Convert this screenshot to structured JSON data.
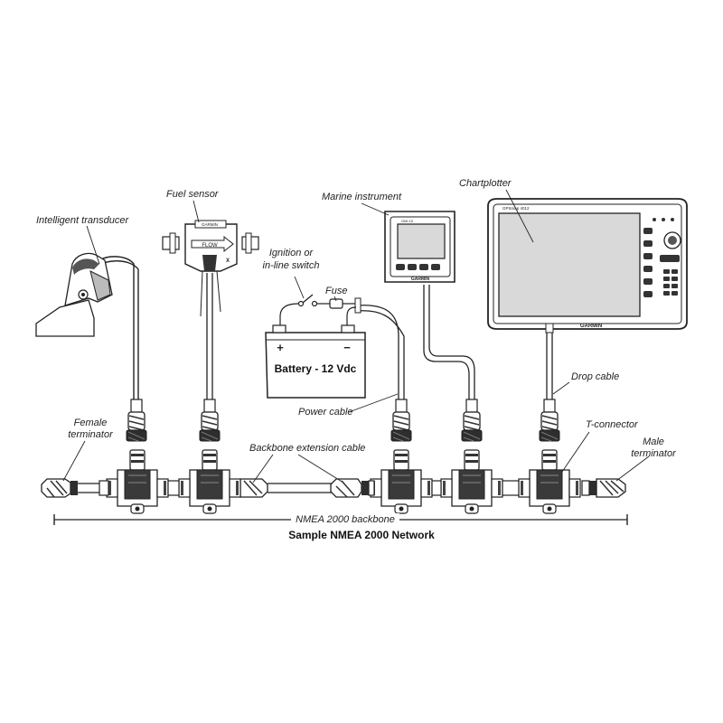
{
  "labels": {
    "intelligent_transducer": "Intelligent transducer",
    "fuel_sensor": "Fuel sensor",
    "ignition_line1": "Ignition or",
    "ignition_line2": "in-line switch",
    "fuse": "Fuse",
    "marine_instrument": "Marine instrument",
    "chartplotter": "Chartplotter",
    "battery": "Battery - 12 Vdc",
    "battery_plus": "+",
    "battery_minus": "−",
    "power_cable": "Power cable",
    "drop_cable": "Drop cable",
    "female_terminator_line1": "Female",
    "female_terminator_line2": "terminator",
    "backbone_extension_cable": "Backbone extension cable",
    "t_connector": "T-connector",
    "male_terminator_line1": "Male",
    "male_terminator_line2": "terminator",
    "nmea_backbone": "NMEA 2000 backbone",
    "garmin_brand": "GARMIN",
    "fuel_sensor_flow": "FLOW",
    "fuel_sensor_brand": "GARMIN",
    "fuel_sensor_mark": "X",
    "instrument_model": "GMI 10",
    "chartplotter_model": "GPSmap 4012"
  },
  "title": "Sample NMEA 2000 Network",
  "colors": {
    "line": "#222222",
    "fill_light": "#ffffff",
    "fill_dark": "#2a2a2a",
    "screen": "#d9d9d9"
  }
}
